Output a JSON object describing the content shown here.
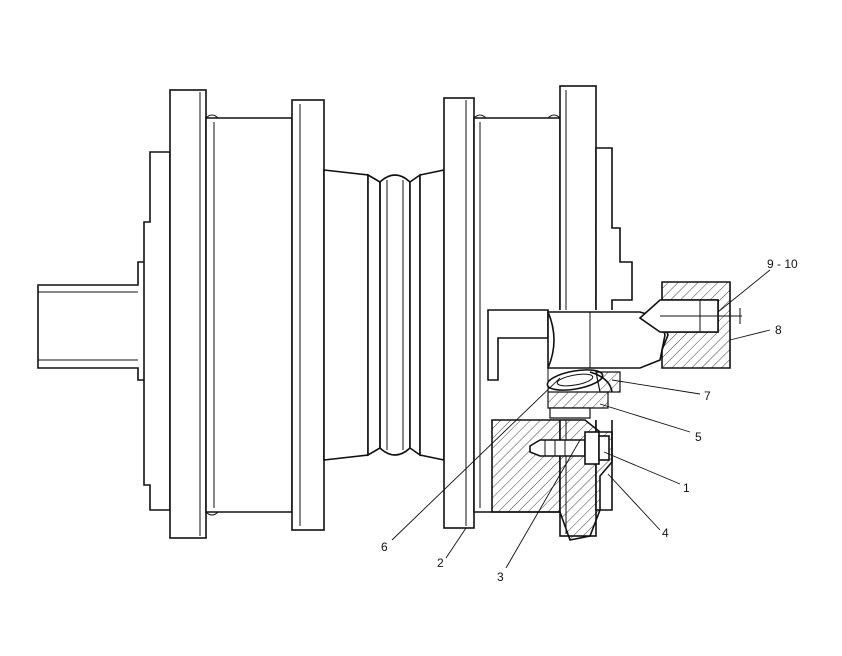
{
  "callouts": {
    "c1": "1",
    "c2": "2",
    "c3": "3",
    "c4": "4",
    "c5": "5",
    "c6": "6",
    "c7": "7",
    "c8": "8",
    "c9_10": "9 - 10"
  }
}
